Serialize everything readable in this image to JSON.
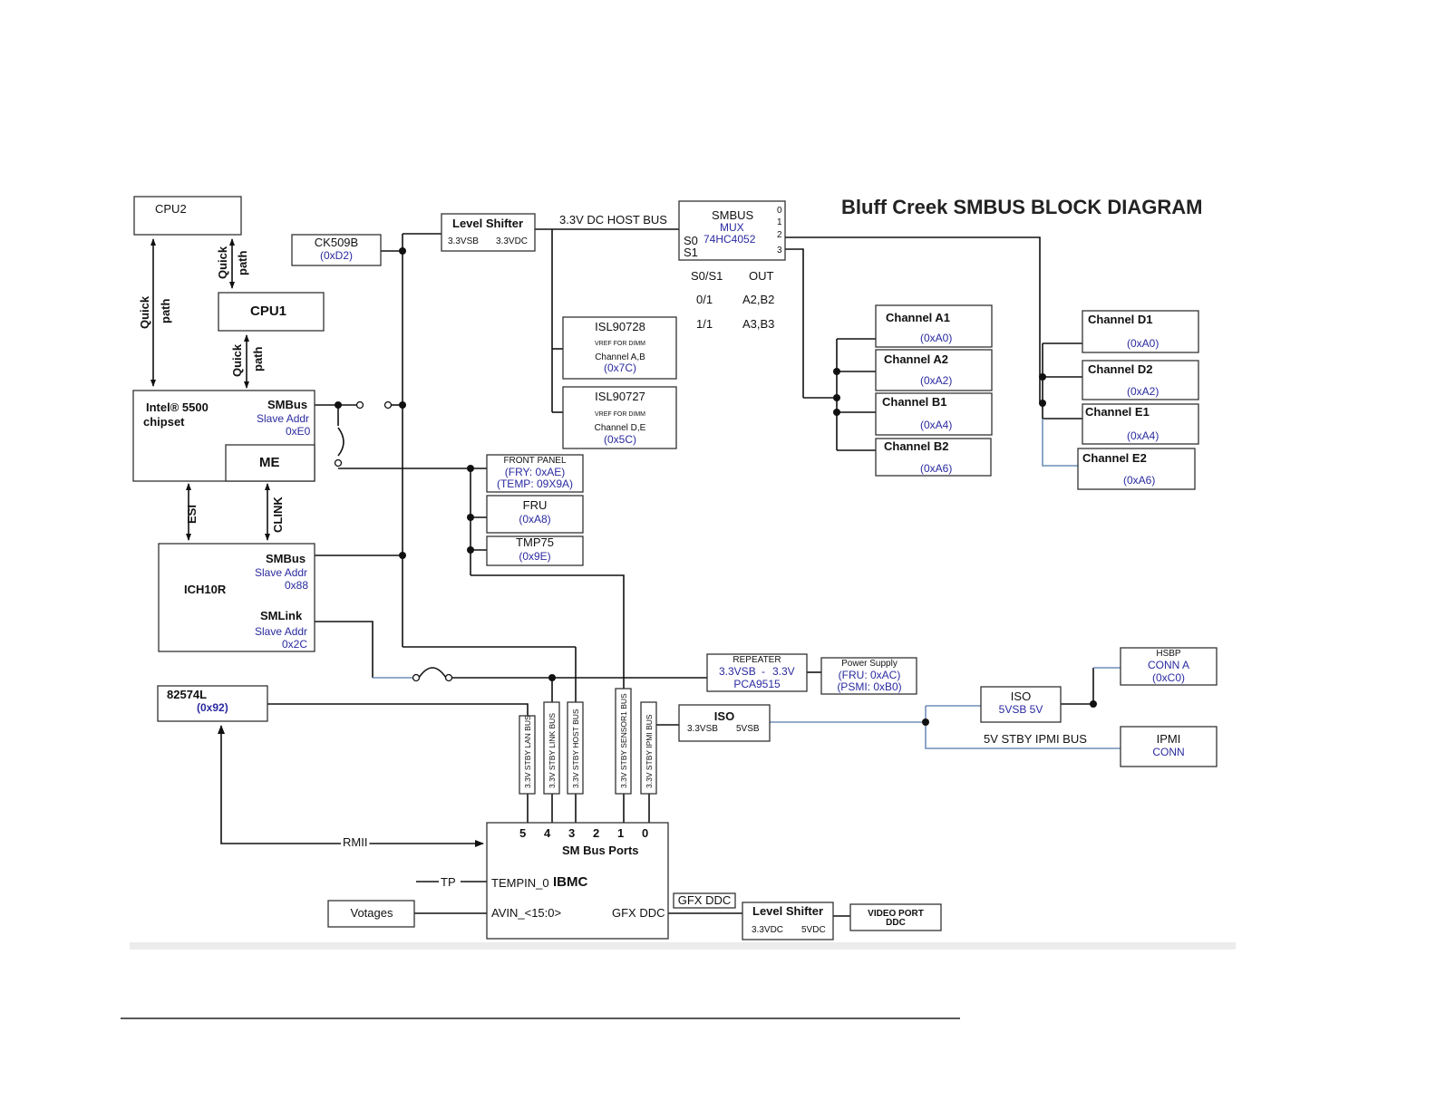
{
  "title": "Bluff Creek SMBUS BLOCK DIAGRAM",
  "cpu2": "CPU2",
  "cpu1": "CPU1",
  "quick": "Quick",
  "path": "path",
  "ck509b": {
    "name": "CK509B",
    "addr": "(0xD2)"
  },
  "level_shifter_top": {
    "name": "Level Shifter",
    "left": "3.3VSB",
    "right": "3.3VDC"
  },
  "host_bus_label": "3.3V DC HOST BUS",
  "mux": {
    "l1": "SMBUS",
    "l2": "MUX",
    "l3": "74HC4052",
    "s0": "S0",
    "s1": "S1",
    "p0": "0",
    "p1": "1",
    "p2": "2",
    "p3": "3"
  },
  "mux_table": {
    "h1": "S0/S1",
    "h2": "OUT",
    "r1a": "0/1",
    "r1b": "A2,B2",
    "r2a": "1/1",
    "r2b": "A3,B3"
  },
  "isl90728": {
    "name": "ISL90728",
    "vref": "VREF FOR DIMM",
    "ch": "Channel A,B",
    "addr": "(0x7C)"
  },
  "isl90727": {
    "name": "ISL90727",
    "vref": "VREF FOR DIMM",
    "ch": "Channel D,E",
    "addr": "(0x5C)"
  },
  "channels": [
    {
      "name": "Channel A1",
      "addr": "(0xA0)"
    },
    {
      "name": "Channel A2",
      "addr": "(0xA2)"
    },
    {
      "name": "Channel B1",
      "addr": "(0xA4)"
    },
    {
      "name": "Channel B2",
      "addr": "(0xA6)"
    },
    {
      "name": "Channel D1",
      "addr": "(0xA0)"
    },
    {
      "name": "Channel D2",
      "addr": "(0xA2)"
    },
    {
      "name": "Channel E1",
      "addr": "(0xA4)"
    },
    {
      "name": "Channel E2",
      "addr": "(0xA6)"
    }
  ],
  "chipset": {
    "l1": "Intel® 5500",
    "l2": "chipset",
    "smbus": "SMBus",
    "slave": "Slave Addr",
    "addr": "0xE0",
    "me": "ME"
  },
  "esi": "ESI",
  "clink": "CLINK",
  "ich": {
    "name": "ICH10R",
    "smbus": "SMBus",
    "slave1": "Slave Addr",
    "addr1": "0x88",
    "smlink": "SMLink",
    "slave2": "Slave Addr",
    "addr2": "0x2C"
  },
  "front_panel": {
    "name": "FRONT PANEL",
    "fru": "(FRY: 0xAE)",
    "temp": "(TEMP: 09X9A)"
  },
  "fru": {
    "name": "FRU",
    "addr": "(0xA8)"
  },
  "tmp75": {
    "name": "TMP75",
    "addr": "(0x9E)"
  },
  "repeater": {
    "name": "REPEATER",
    "l": "3.3VSB",
    "dash": "-",
    "r": "3.3V",
    "part": "PCA9515"
  },
  "power_supply": {
    "name": "Power Supply",
    "fru": "(FRU: 0xAC)",
    "psmi": "(PSMI: 0xB0)"
  },
  "hsbp": {
    "name": "HSBP",
    "conn": "CONN A",
    "addr": "(0xC0)"
  },
  "iso_right": {
    "name": "ISO",
    "v": "5VSB  5V"
  },
  "iso_mid": {
    "name": "ISO",
    "l": "3.3VSB",
    "r": "5VSB"
  },
  "ipmi_bus_label": "5V STBY IPMI BUS",
  "ipmi": {
    "l1": "IPMI",
    "l2": "CONN"
  },
  "nic": {
    "name": "82574L",
    "addr": "(0x92)"
  },
  "vbuses": [
    "3.3V STBY LAN BUS",
    "3.3V STBY LINK BUS",
    "3.3V STBY HOST BUS",
    "3.3V STBY SENSOR1 BUS",
    "3.3V STBY IPMI BUS"
  ],
  "ibmc": {
    "ports": [
      "5",
      "4",
      "3",
      "2",
      "1",
      "0"
    ],
    "sm_bus_ports": "SM Bus Ports",
    "tempin": "TEMPIN_0",
    "name": "IBMC",
    "avin": "AVIN_<15:0>",
    "gfx": "GFX DDC"
  },
  "rmii": "RMII",
  "tp": "TP",
  "votages": "Votages",
  "gfx_ddc_box": "GFX DDC",
  "level_shifter_bottom": {
    "name": "Level Shifter",
    "left": "3.3VDC",
    "right": "5VDC"
  },
  "video_port": {
    "l1": "VIDEO PORT",
    "l2": "DDC"
  }
}
